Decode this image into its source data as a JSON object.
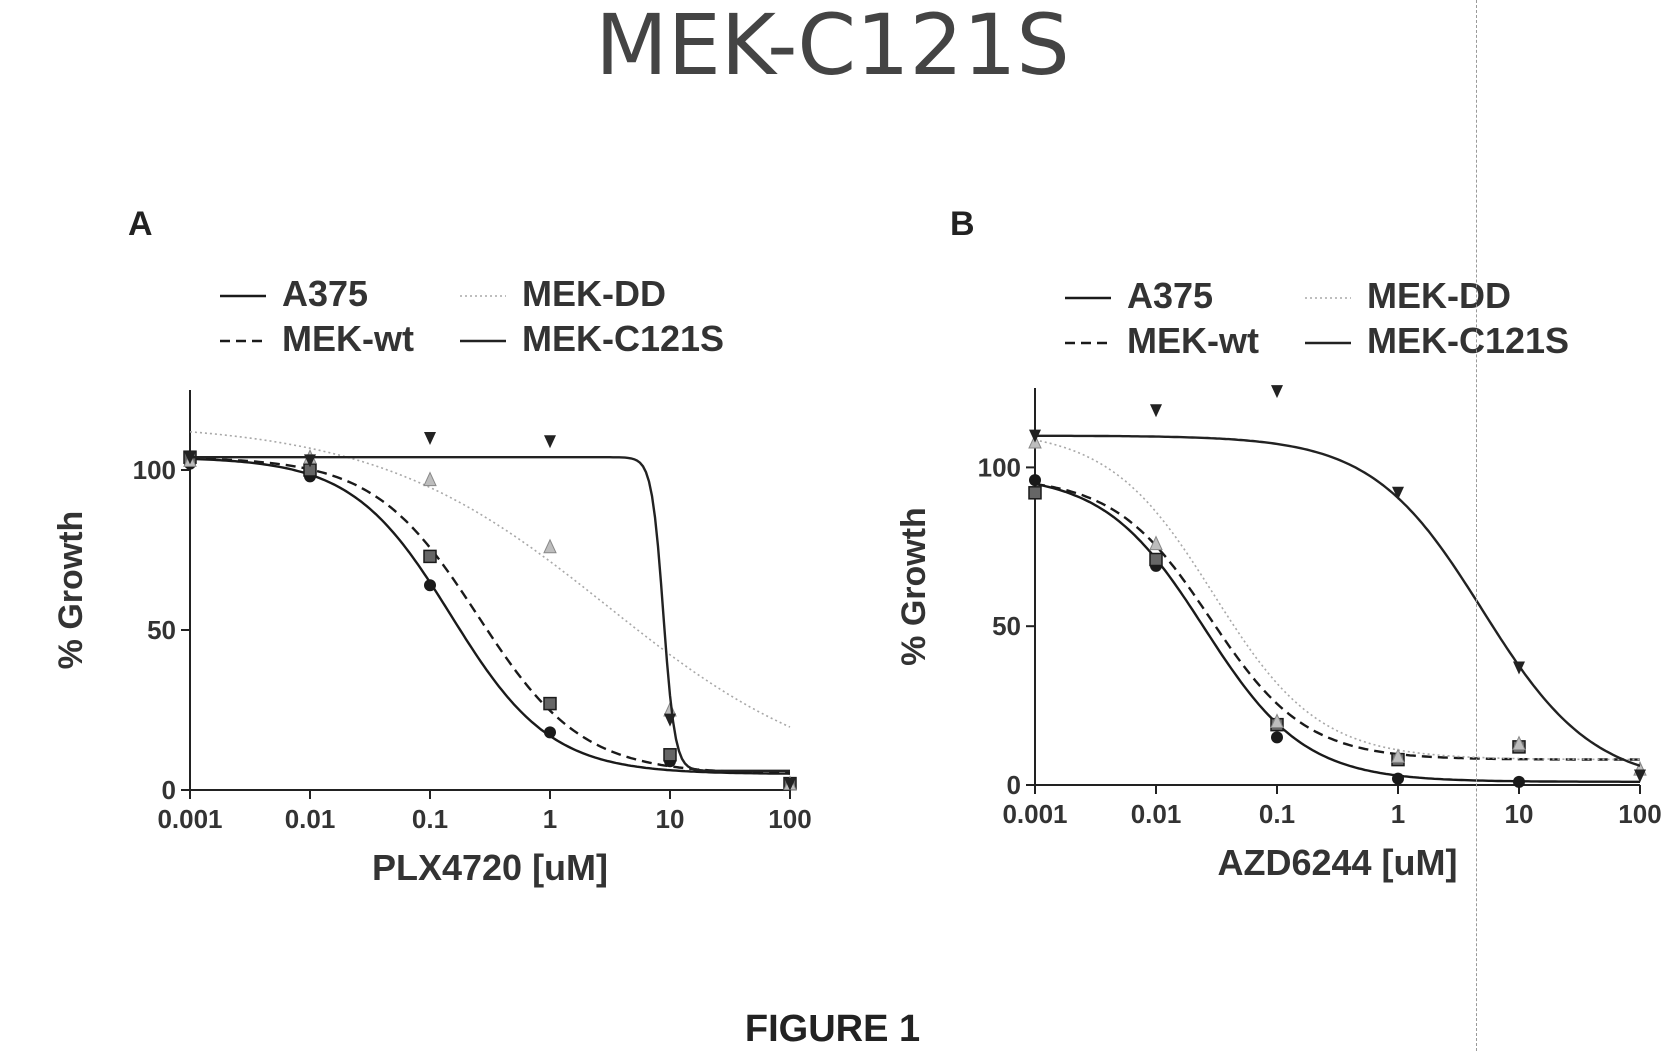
{
  "title": "MEK-C121S",
  "figure_label": "FIGURE 1",
  "colors": {
    "A375": "#1a1a1a",
    "MEK-wt": "#1a1a1a",
    "MEK-DD": "#a8a8a8",
    "MEK-C121S": "#222222"
  },
  "chart_data": [
    {
      "panel": "A",
      "type": "line",
      "xlabel": "PLX4720 [uM]",
      "ylabel": "% Growth",
      "xscale": "log",
      "xlim": [
        0.001,
        100
      ],
      "ylim": [
        0,
        125
      ],
      "xticks": [
        0.001,
        0.01,
        0.1,
        1,
        10,
        100
      ],
      "xtick_labels": [
        "0.001",
        "0.01",
        "0.1",
        "1",
        "10",
        "100"
      ],
      "yticks": [
        0,
        50,
        100
      ],
      "ytick_labels": [
        "0",
        "50",
        "100"
      ],
      "legend": [
        {
          "name": "A375",
          "style": "solid"
        },
        {
          "name": "MEK-DD",
          "style": "dotted"
        },
        {
          "name": "MEK-wt",
          "style": "dashed"
        },
        {
          "name": "MEK-C121S",
          "style": "solid"
        }
      ],
      "legend_placement": "top",
      "series": [
        {
          "name": "A375",
          "marker": "circle",
          "x": [
            0.001,
            0.01,
            0.1,
            1,
            10,
            100
          ],
          "y": [
            102,
            98,
            64,
            18,
            9,
            2
          ],
          "curve": {
            "top": 104,
            "bottom": 5,
            "ec50": 0.15,
            "hill": 1.05
          }
        },
        {
          "name": "MEK-wt",
          "marker": "square",
          "x": [
            0.001,
            0.01,
            0.1,
            1,
            10,
            100
          ],
          "y": [
            104,
            100,
            73,
            27,
            11,
            2
          ],
          "curve": {
            "top": 104,
            "bottom": 5,
            "ec50": 0.25,
            "hill": 1.0
          }
        },
        {
          "name": "MEK-DD",
          "marker": "triangle-up",
          "x": [
            0.001,
            0.01,
            0.1,
            1,
            10,
            100
          ],
          "y": [
            103,
            104,
            97,
            76,
            25,
            2
          ],
          "curve": {
            "top": 115,
            "bottom": 0,
            "ec50": 3,
            "hill": 0.45
          }
        },
        {
          "name": "MEK-C121S",
          "marker": "triangle-down",
          "x": [
            0.001,
            0.01,
            0.1,
            1,
            10,
            100
          ],
          "y": [
            104,
            103,
            110,
            109,
            22,
            2
          ],
          "curve": {
            "top": 104,
            "bottom": 6,
            "ec50": 8.8,
            "hill": 9
          }
        }
      ]
    },
    {
      "panel": "B",
      "type": "line",
      "xlabel": "AZD6244 [uM]",
      "ylabel": "% Growth",
      "xscale": "log",
      "xlim": [
        0.001,
        100
      ],
      "ylim": [
        0,
        125
      ],
      "xticks": [
        0.001,
        0.01,
        0.1,
        1,
        10,
        100
      ],
      "xtick_labels": [
        "0.001",
        "0.01",
        "0.1",
        "1",
        "10",
        "100"
      ],
      "yticks": [
        0,
        50,
        100
      ],
      "ytick_labels": [
        "0",
        "50",
        "100"
      ],
      "legend": [
        {
          "name": "A375",
          "style": "solid"
        },
        {
          "name": "MEK-DD",
          "style": "dotted"
        },
        {
          "name": "MEK-wt",
          "style": "dashed"
        },
        {
          "name": "MEK-C121S",
          "style": "solid"
        }
      ],
      "legend_placement": "top",
      "series": [
        {
          "name": "A375",
          "marker": "circle",
          "x": [
            0.001,
            0.01,
            0.1,
            1,
            10
          ],
          "y": [
            96,
            69,
            15,
            2,
            1
          ],
          "curve": {
            "top": 98,
            "bottom": 1,
            "ec50": 0.025,
            "hill": 1.05
          }
        },
        {
          "name": "MEK-wt",
          "marker": "square",
          "x": [
            0.001,
            0.01,
            0.1,
            1,
            10
          ],
          "y": [
            92,
            71,
            19,
            8,
            12
          ],
          "curve": {
            "top": 97,
            "bottom": 8,
            "ec50": 0.028,
            "hill": 1.1
          }
        },
        {
          "name": "MEK-DD",
          "marker": "triangle-up",
          "x": [
            0.001,
            0.01,
            0.1,
            1,
            10,
            100
          ],
          "y": [
            108,
            76,
            20,
            9,
            13,
            5
          ],
          "curve": {
            "top": 112,
            "bottom": 8,
            "ec50": 0.03,
            "hill": 1.0
          }
        },
        {
          "name": "MEK-C121S",
          "marker": "triangle-down",
          "x": [
            0.001,
            0.01,
            0.1,
            1,
            10,
            100
          ],
          "y": [
            110,
            118,
            124,
            92,
            37,
            3
          ],
          "curve": {
            "top": 110,
            "bottom": 0,
            "ec50": 5,
            "hill": 0.95
          }
        }
      ]
    }
  ]
}
